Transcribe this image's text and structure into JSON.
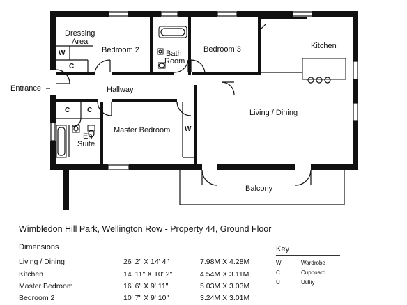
{
  "colors": {
    "wall": "#111111",
    "background": "#ffffff"
  },
  "rooms": {
    "dressing": "Dressing",
    "dressing2": "Area",
    "bedroom2": "Bedroom 2",
    "bath": "Bath",
    "bath2": "Room",
    "bedroom3": "Bedroom 3",
    "kitchen": "Kitchen",
    "hallway": "Hallway",
    "living": "Living / Dining",
    "master": "Master Bedroom",
    "ensuite": "En",
    "ensuite2": "Suite",
    "balcony": "Balcony",
    "entrance": "Entrance"
  },
  "marks": {
    "w_dressing": "W",
    "c_upper": "C",
    "c_left": "C",
    "c_mid": "C",
    "w_master": "W"
  },
  "title": "Wimbledon Hill Park, Wellington Row - Property 44, Ground Floor",
  "dimensions": {
    "heading": "Dimensions",
    "rows": [
      {
        "room": "Living / Dining",
        "imperial": "26' 2\" X 14' 4\"",
        "metric": "7.98M X 4.28M"
      },
      {
        "room": "Kitchen",
        "imperial": "14' 11\" X 10' 2\"",
        "metric": "4.54M X 3.11M"
      },
      {
        "room": "Master Bedroom",
        "imperial": "16' 6\" X 9' 11\"",
        "metric": "5.03M X 3.03M"
      },
      {
        "room": "Bedroom 2",
        "imperial": "10' 7\" X 9' 10\"",
        "metric": "3.24M X 3.01M"
      }
    ]
  },
  "key": {
    "heading": "Key",
    "items": [
      {
        "code": "W",
        "label": "Wardrobe"
      },
      {
        "code": "C",
        "label": "Cupboard"
      },
      {
        "code": "U",
        "label": "Utility"
      }
    ]
  }
}
